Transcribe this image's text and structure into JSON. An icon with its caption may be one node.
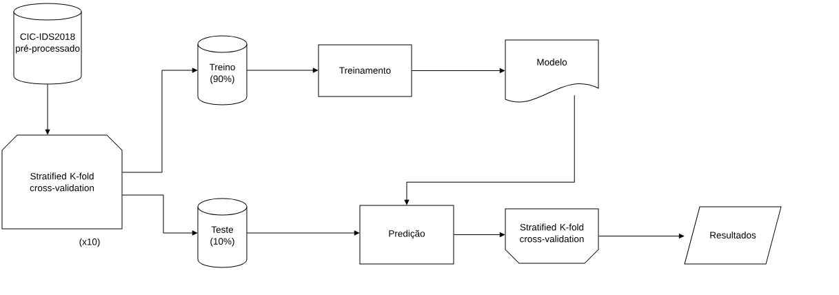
{
  "diagram": {
    "nodes": [
      {
        "text": [
          "CIC-IDS2018 pré-processado"
        ]
      },
      {
        "text": [
          "Stratified K-fold cross-validation"
        ],
        "beside": [
          "(x10)"
        ]
      },
      {
        "text": [
          "Treino (90%)"
        ]
      },
      {
        "text": [
          "Treinamento"
        ]
      },
      {
        "text": [
          "Modelo"
        ]
      },
      {
        "text": [
          "Teste (10%)"
        ]
      },
      {
        "text": [
          "Predição"
        ]
      },
      {
        "text": [
          "Stratified K-fold cross-validation"
        ]
      },
      {
        "text": [
          "Resultados"
        ]
      }
    ],
    "edges": [
      {
        "from": 0,
        "to": 1,
        "arrow": "to"
      },
      {
        "from": 1,
        "to": 2,
        "arrow": "to"
      },
      {
        "from": 1,
        "to": 5,
        "arrow": "to"
      },
      {
        "from": 2,
        "to": 3,
        "arrow": "to"
      },
      {
        "from": 3,
        "to": 4,
        "arrow": "to"
      },
      {
        "from": 4,
        "to": 6,
        "arrow": "to"
      },
      {
        "from": 5,
        "to": 6,
        "arrow": "to"
      },
      {
        "from": 6,
        "to": 7,
        "arrow": "to"
      },
      {
        "from": 7,
        "to": 8,
        "arrow": "to"
      }
    ]
  }
}
